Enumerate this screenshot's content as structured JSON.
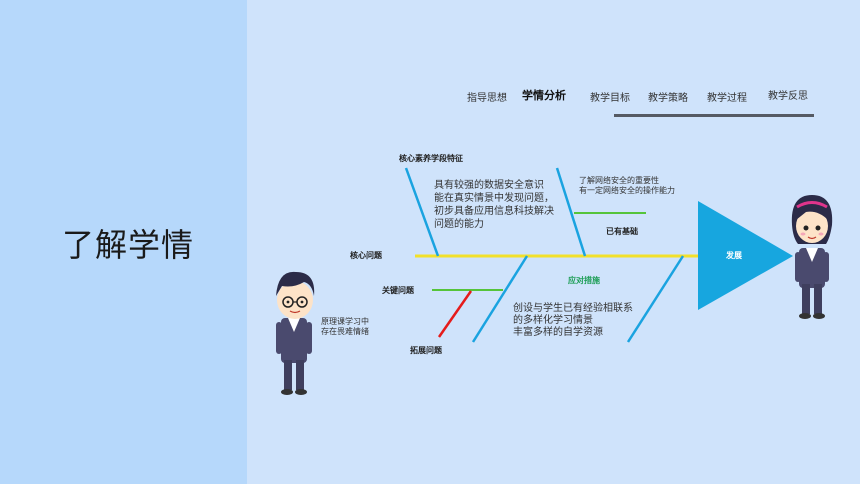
{
  "sidebar": {
    "title": "了解学情"
  },
  "nav": {
    "items": [
      {
        "label": "指导思想"
      },
      {
        "label": "学情分析"
      },
      {
        "label": "教学目标"
      },
      {
        "label": "教学策略"
      },
      {
        "label": "教学过程"
      },
      {
        "label": "教学反思"
      }
    ],
    "active_index": 1
  },
  "fishbone": {
    "head_label": "发展",
    "spine_label": "核心问题",
    "top_left_label": "核心素养学段特征",
    "top_left_text": [
      "具有较强的数据安全意识",
      "能在真实情景中发现问题，",
      "初步具备应用信息科技解决",
      "问题的能力"
    ],
    "top_right_text": [
      "了解网络安全的重要性",
      "有一定网络安全的操作能力"
    ],
    "top_right_label": "已有基础",
    "key_problem_label": "关键问题",
    "extend_problem_label": "拓展问题",
    "measures_label": "应对措施",
    "measures_text": [
      "创设与学生已有经验相联系",
      "的多样化学习情景",
      "丰富多样的自学资源"
    ],
    "student_note": [
      "原理课学习中",
      "存在畏难情绪"
    ]
  },
  "colors": {
    "background": "#cfe3fb",
    "sidebar": "#b6d8fb",
    "spine": "#f2e02a",
    "bones": "#1aa3e0",
    "green_bar": "#55c43a",
    "red_bar": "#e51b1b",
    "head": "#17a6df",
    "measures_label": "#1e9e57"
  }
}
